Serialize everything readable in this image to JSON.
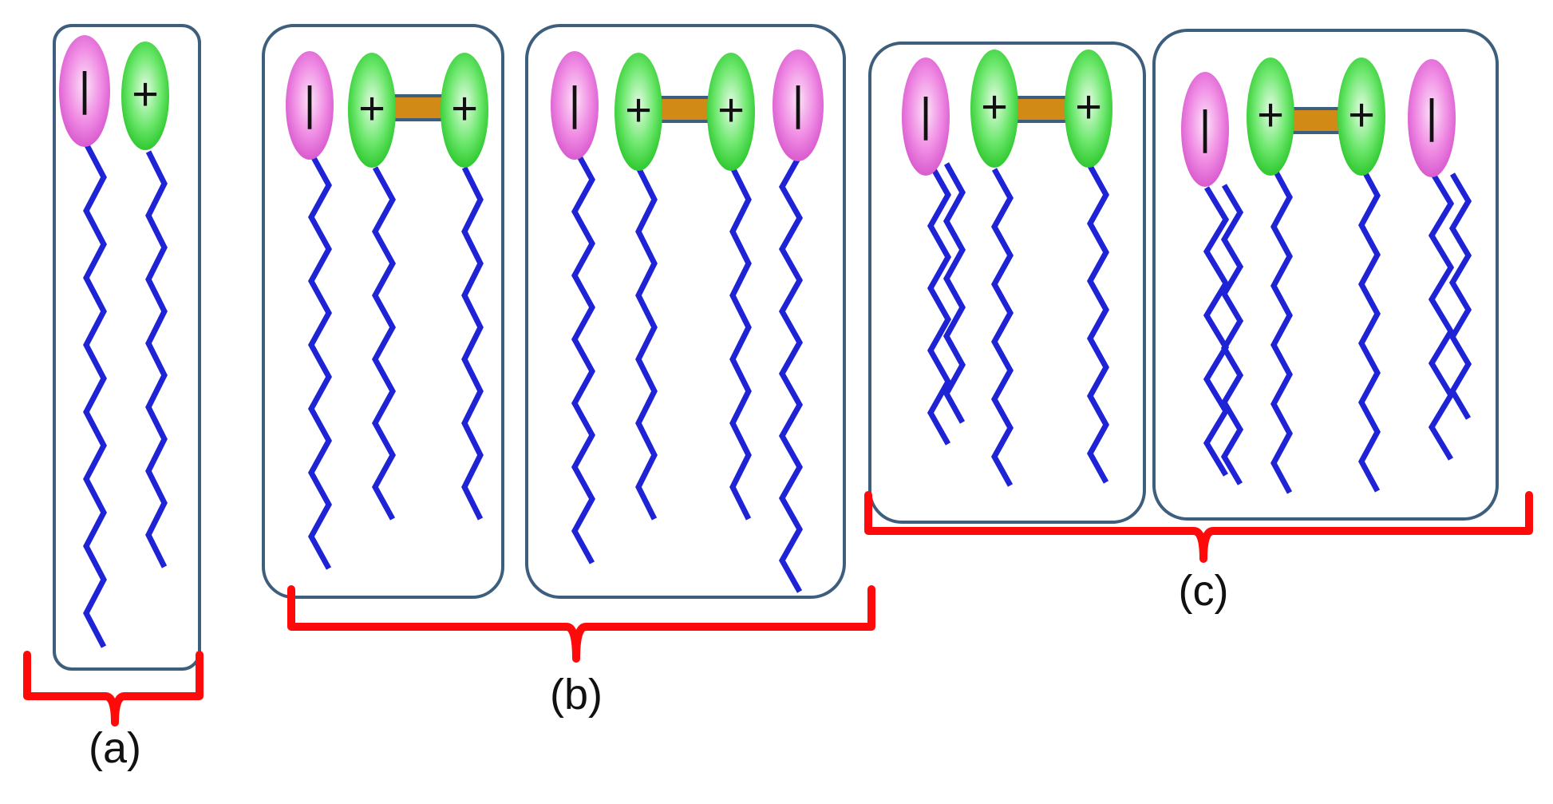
{
  "colors": {
    "anionic_head": "#e860d8",
    "cationic_head": "#3cd83c",
    "spacer": "#d08a15",
    "tail": "#1f23d6",
    "box": "#3d5f7d",
    "brace": "#ff0a0a"
  },
  "signs": {
    "anionic": "|",
    "cationic": "+"
  },
  "labels": {
    "a": "(a)",
    "b": "(b)",
    "c": "(c)"
  }
}
